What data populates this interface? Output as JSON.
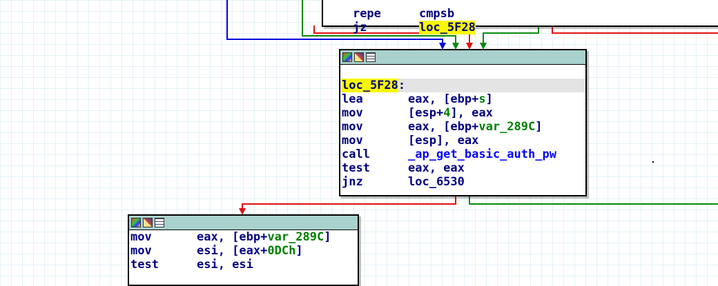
{
  "top_block": {
    "lines": [
      {
        "mnemonic": "repe",
        "operands": "cmpsb"
      },
      {
        "mnemonic": "jz",
        "operands": "loc_5F28"
      }
    ]
  },
  "main_block": {
    "label": "loc_5F28",
    "label_colon": ":",
    "lines": [
      {
        "mnemonic": "lea",
        "op_a": "eax, [ebp+",
        "op_b": "s",
        "op_c": "]"
      },
      {
        "mnemonic": "mov",
        "op_a": "[esp+",
        "op_b": "4",
        "op_c": "], eax"
      },
      {
        "mnemonic": "mov",
        "op_a": "eax, [ebp+",
        "op_b": "var_289C",
        "op_c": "]"
      },
      {
        "mnemonic": "mov",
        "op_a": "[esp], eax",
        "op_b": "",
        "op_c": ""
      },
      {
        "mnemonic": "call",
        "op_a": "",
        "op_b": "_ap_get_basic_auth_pw",
        "op_c": ""
      },
      {
        "mnemonic": "test",
        "op_a": "eax, eax",
        "op_b": "",
        "op_c": ""
      },
      {
        "mnemonic": "jnz",
        "op_a": "loc_6530",
        "op_b": "",
        "op_c": ""
      }
    ]
  },
  "lower_block": {
    "lines": [
      {
        "mnemonic": "mov",
        "op_a": "eax, [ebp+",
        "op_b": "var_289C",
        "op_c": "]"
      },
      {
        "mnemonic": "mov",
        "op_a": "esi, [eax+",
        "op_b": "0DCh",
        "op_c": "]"
      },
      {
        "mnemonic": "test",
        "op_a": "esi, esi",
        "op_b": "",
        "op_c": ""
      }
    ]
  },
  "colors": {
    "edge_true": "#0a8a0a",
    "edge_false": "#e01010",
    "edge_uncond": "#0000e0",
    "titlebar": "#a9d1cd",
    "label_highlight": "#f7f700"
  },
  "icons": [
    "graph-color-icon",
    "edit-node-icon",
    "listing-icon"
  ]
}
